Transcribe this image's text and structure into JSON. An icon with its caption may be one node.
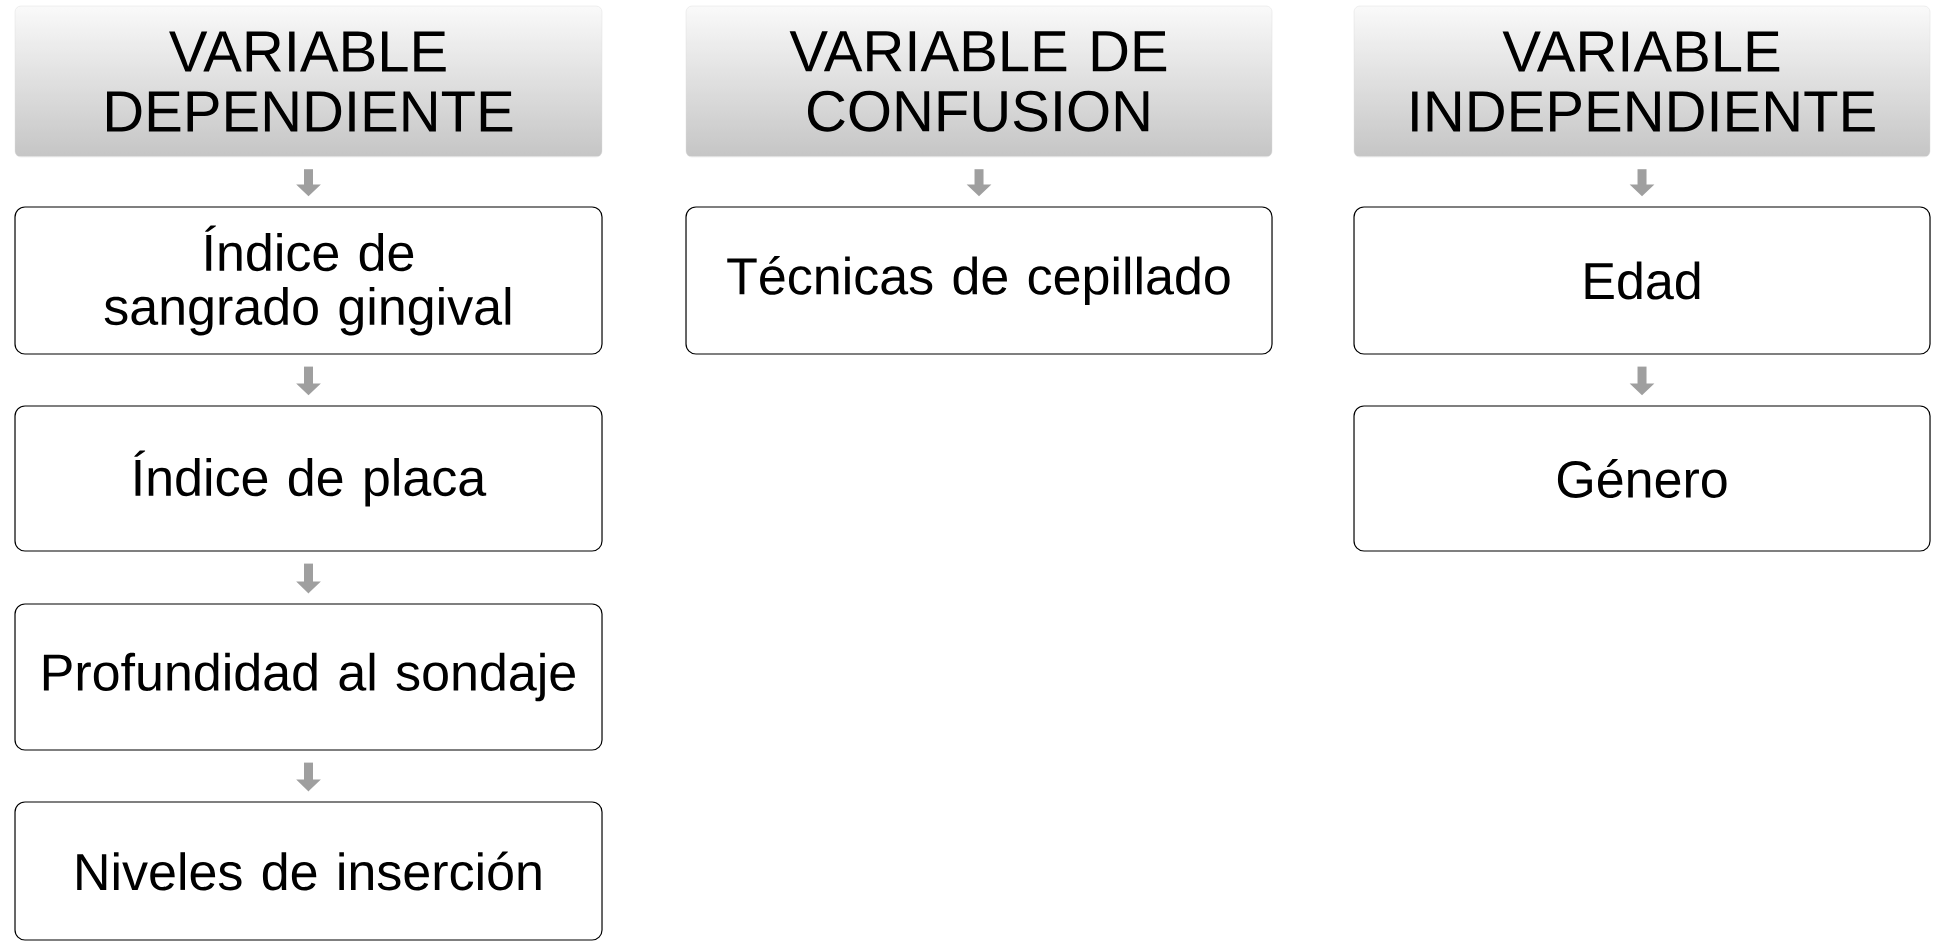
{
  "diagram": {
    "nodes": [
      {
        "text": [
          "VARIABLE DEPENDIENTE"
        ]
      },
      {
        "text": [
          "Índice de sangrado gingival"
        ]
      },
      {
        "text": [
          "Índice de placa"
        ]
      },
      {
        "text": [
          "Profundidad al sondaje"
        ]
      },
      {
        "text": [
          "Niveles de inserción"
        ]
      },
      {
        "text": [
          "VARIABLE DE CONFUSION"
        ]
      },
      {
        "text": [
          "Técnicas de cepillado"
        ]
      },
      {
        "text": [
          "VARIABLE INDEPENDIENTE"
        ]
      },
      {
        "text": [
          "Edad"
        ]
      },
      {
        "text": [
          "Género"
        ]
      }
    ],
    "edges": [
      {
        "from": 0,
        "to": 1,
        "arrow": "to"
      },
      {
        "from": 1,
        "to": 2,
        "arrow": "to"
      },
      {
        "from": 2,
        "to": 3,
        "arrow": "to"
      },
      {
        "from": 3,
        "to": 4,
        "arrow": "to"
      },
      {
        "from": 5,
        "to": 6,
        "arrow": "to"
      },
      {
        "from": 7,
        "to": 8,
        "arrow": "to"
      },
      {
        "from": 8,
        "to": 9,
        "arrow": "to"
      }
    ]
  }
}
